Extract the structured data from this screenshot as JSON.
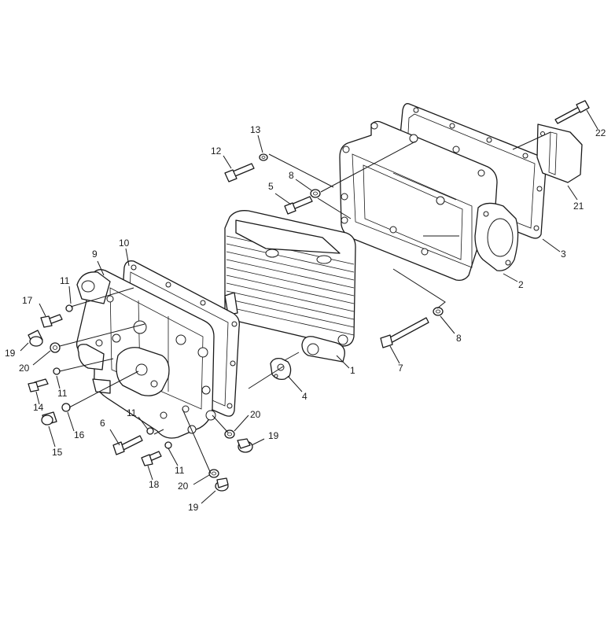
{
  "diagram": {
    "callouts": [
      {
        "id": "c1",
        "label": "1"
      },
      {
        "id": "c2",
        "label": "2"
      },
      {
        "id": "c3",
        "label": "3"
      },
      {
        "id": "c4",
        "label": "4"
      },
      {
        "id": "c5",
        "label": "5"
      },
      {
        "id": "c6",
        "label": "6"
      },
      {
        "id": "c7",
        "label": "7"
      },
      {
        "id": "c8a",
        "label": "8"
      },
      {
        "id": "c8b",
        "label": "8"
      },
      {
        "id": "c9",
        "label": "9"
      },
      {
        "id": "c10",
        "label": "10"
      },
      {
        "id": "c11a",
        "label": "11"
      },
      {
        "id": "c11b",
        "label": "11"
      },
      {
        "id": "c11c",
        "label": "11"
      },
      {
        "id": "c11d",
        "label": "11"
      },
      {
        "id": "c12",
        "label": "12"
      },
      {
        "id": "c13",
        "label": "13"
      },
      {
        "id": "c14",
        "label": "14"
      },
      {
        "id": "c15",
        "label": "15"
      },
      {
        "id": "c16",
        "label": "16"
      },
      {
        "id": "c17",
        "label": "17"
      },
      {
        "id": "c18",
        "label": "18"
      },
      {
        "id": "c19a",
        "label": "19"
      },
      {
        "id": "c19b",
        "label": "19"
      },
      {
        "id": "c19c",
        "label": "19"
      },
      {
        "id": "c20a",
        "label": "20"
      },
      {
        "id": "c20b",
        "label": "20"
      },
      {
        "id": "c20c",
        "label": "20"
      },
      {
        "id": "c21",
        "label": "21"
      },
      {
        "id": "c22",
        "label": "22"
      }
    ]
  }
}
